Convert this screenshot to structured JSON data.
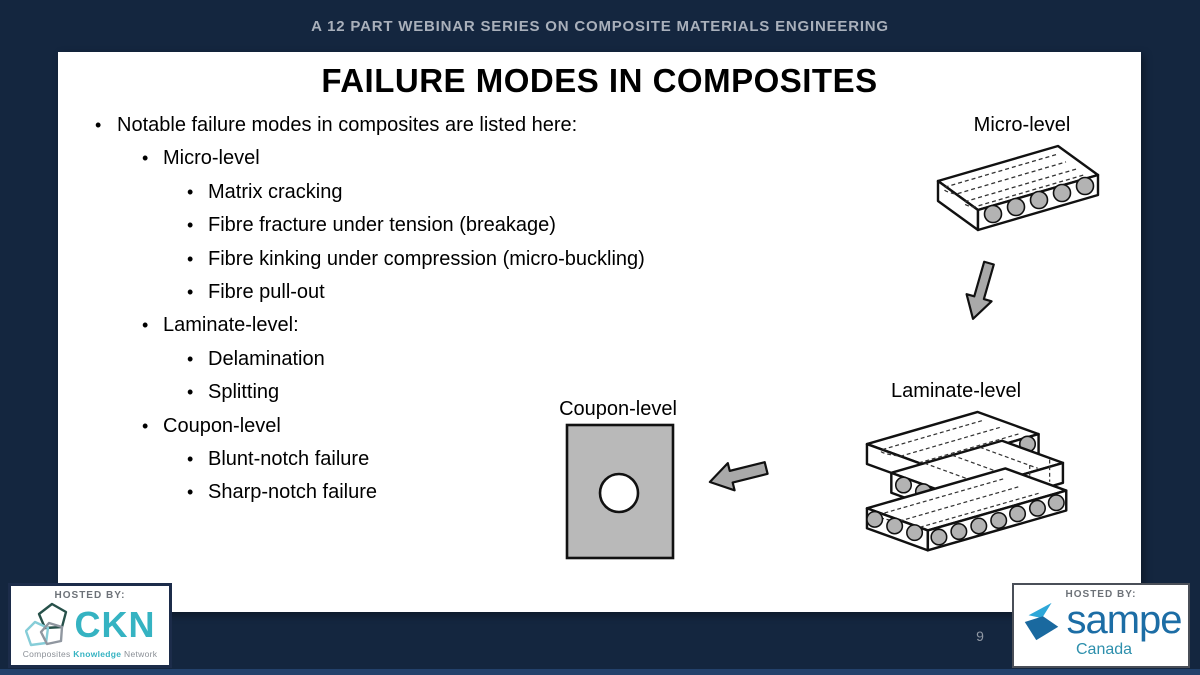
{
  "header": {
    "series_title": "A 12 PART WEBINAR SERIES ON COMPOSITE MATERIALS ENGINEERING"
  },
  "slide": {
    "title": "FAILURE MODES IN COMPOSITES",
    "page_number": "9",
    "bullets": {
      "intro": "Notable failure modes in composites are listed here:",
      "groups": [
        {
          "label": "Micro-level",
          "items": [
            "Matrix cracking",
            "Fibre fracture under tension (breakage)",
            "Fibre kinking under compression (micro-buckling)",
            "Fibre pull-out"
          ]
        },
        {
          "label": "Laminate-level:",
          "items": [
            "Delamination",
            "Splitting"
          ]
        },
        {
          "label": "Coupon-level",
          "items": [
            "Blunt-notch failure",
            "Sharp-notch failure"
          ]
        }
      ]
    },
    "diagram": {
      "micro_label": "Micro-level",
      "laminate_label": "Laminate-level",
      "coupon_label": "Coupon-level"
    }
  },
  "footer": {
    "ckn": {
      "hosted_by": "HOSTED BY:",
      "acronym": "CKN",
      "words": [
        "Composites",
        "Knowledge",
        "Network"
      ]
    },
    "sampe": {
      "hosted_by": "HOSTED BY:",
      "name": "sampe",
      "country": "Canada"
    }
  },
  "icons": {
    "arrow-down-icon": "hand-drawn gray arrow pointing down-left",
    "arrow-left-icon": "hand-drawn gray arrow pointing left",
    "micro-slab-icon": "3D composite ply with fibre circles",
    "laminate-stack-icon": "three stacked composite plies",
    "coupon-plate-icon": "gray plate with open hole",
    "ckn-pentagons-icon": "three overlapping pentagon outlines",
    "sampe-mark-icon": "two-tone blue geometric mark"
  },
  "colors": {
    "background_navy": "#14263f",
    "header_text": "#a9b0bb",
    "slide_bg": "#ffffff",
    "text": "#000000",
    "diagram_gray": "#b3b3b3",
    "arrow_gray": "#a9a9a9",
    "ckn_teal": "#35b3c2",
    "sampe_blue": "#1c6da5",
    "sampe_canada_teal": "#2d8fac",
    "page_number_gray": "#9098a4"
  }
}
